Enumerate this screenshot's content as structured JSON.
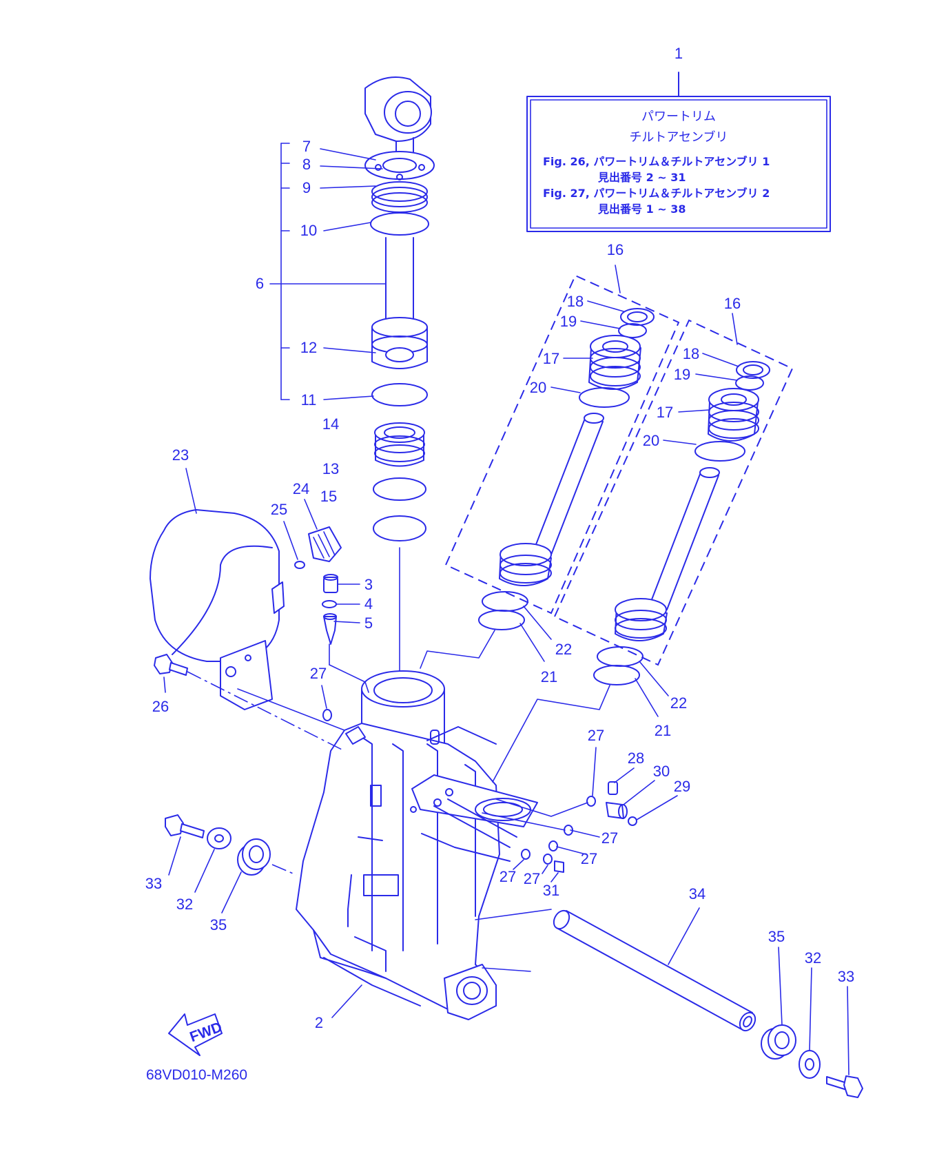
{
  "info_box": {
    "title_line1": "パワートリム",
    "title_line2": "チルトアセンブリ",
    "ref_line1": "Fig. 26, パワートリム＆チルトアセンブリ 1",
    "ref_line2": "見出番号 2 ~ 31",
    "ref_line3": "Fig. 27, パワートリム＆チルトアセンブリ 2",
    "ref_line4": "見出番号 1 ~ 38"
  },
  "callouts": {
    "c1": "1",
    "c7": "7",
    "c8": "8",
    "c9": "9",
    "c10": "10",
    "c6": "6",
    "c12": "12",
    "c11": "11",
    "c14": "14",
    "c13": "13",
    "c15": "15",
    "c23": "23",
    "c24": "24",
    "c25": "25",
    "c3": "3",
    "c4": "4",
    "c5": "5",
    "c16a": "16",
    "c18a": "18",
    "c19a": "19",
    "c17a": "17",
    "c20a": "20",
    "c16b": "16",
    "c18b": "18",
    "c19b": "19",
    "c17b": "17",
    "c20b": "20",
    "c22a": "22",
    "c21a": "21",
    "c22b": "22",
    "c21b": "21",
    "c26": "26",
    "c27a": "27",
    "c27b": "27",
    "c28": "28",
    "c30": "30",
    "c29": "29",
    "c27c": "27",
    "c27d": "27",
    "c27e": "27",
    "c27f": "27",
    "c31": "31",
    "c33a": "33",
    "c32a": "32",
    "c35a": "35",
    "c34": "34",
    "c35b": "35",
    "c32b": "32",
    "c33b": "33",
    "c2": "2"
  },
  "fwd_label": "FWD",
  "drawing_code": "68VD010-M260",
  "colors": {
    "line": "#2a2ae8",
    "background": "#ffffff"
  }
}
